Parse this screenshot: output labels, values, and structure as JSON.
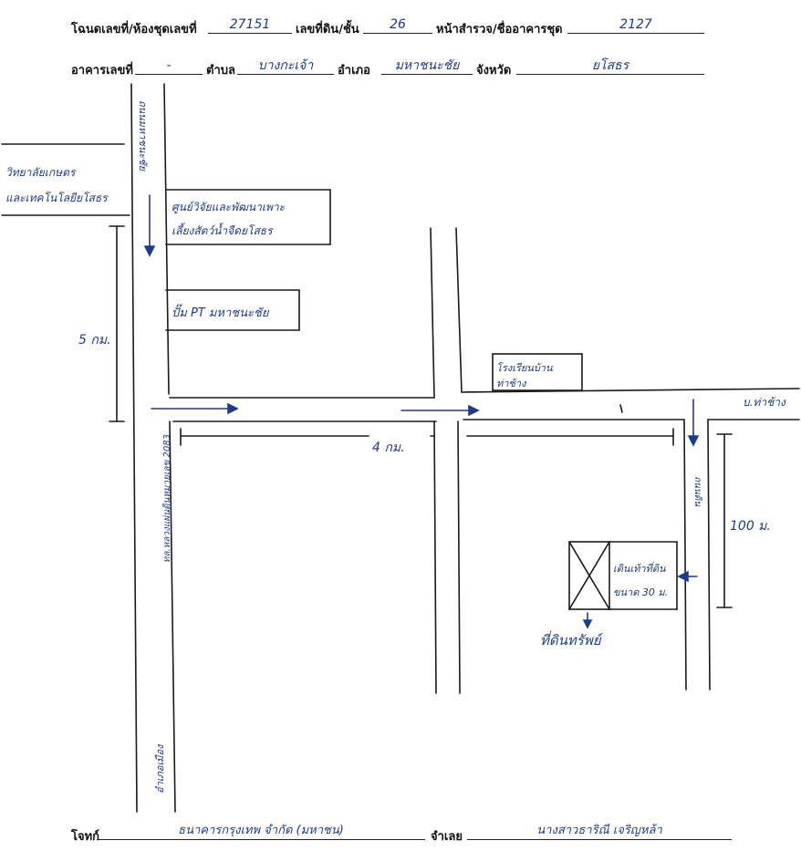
{
  "header": {
    "deed_label": "โฉนดเลขที่/ห้องชุดเลขที่",
    "deed_value": "27151",
    "land_label": "เลขที่ดิน/ชั้น",
    "land_value": "26",
    "survey_label": "หน้าสำรวจ/ชื่ออาคารชุด",
    "survey_value": "2127",
    "building_label": "อาคารเลขที่",
    "building_value": "-",
    "subdistrict_label": "ตำบล",
    "subdistrict_value": "บางกะเจ้า",
    "district_label": "อำเภอ",
    "district_value": "มหาชนะชัย",
    "province_label": "จังหวัด",
    "province_value": "ยโสธร"
  },
  "map": {
    "top_road": "ถนนมหาชนะชัย",
    "college_line1": "วิทยาลัยเกษตร",
    "college_line2": "และเทคโนโลยียโสธร",
    "research_line1": "ศูนย์วิจัยและพัฒนาเพาะ",
    "research_line2": "เลี้ยงสัตว์น้ำจืดยโสธร",
    "pt_station": "ปั๊ม PT มหาชนะชัย",
    "dist_5km": "5 กม.",
    "school_line1": "โรงเรียนบ้าน",
    "school_line2": "ท่าช้าง",
    "village": "บ.ท่าช้าง",
    "dist_4km": "4 กม.",
    "highway_road": "ทล.หลวงแผ่นดินหมายเลข 2083",
    "small_road": "ถนนดิน",
    "dist_100m": "100 ม.",
    "land_line1": "เดินเท้าที่ดิน",
    "land_line2": "ขนาด 30 ม.",
    "land_label": "ที่ดินทรัพย์",
    "bottom_road": "อำเภอเมือง"
  },
  "footer": {
    "plaintiff_label": "โจทก์",
    "plaintiff_value": "ธนาคารกรุงเทพ จำกัด (มหาชน)",
    "defendant_label": "จำเลย",
    "defendant_value": "นางสาวธาริณี เจริญหล้า"
  }
}
